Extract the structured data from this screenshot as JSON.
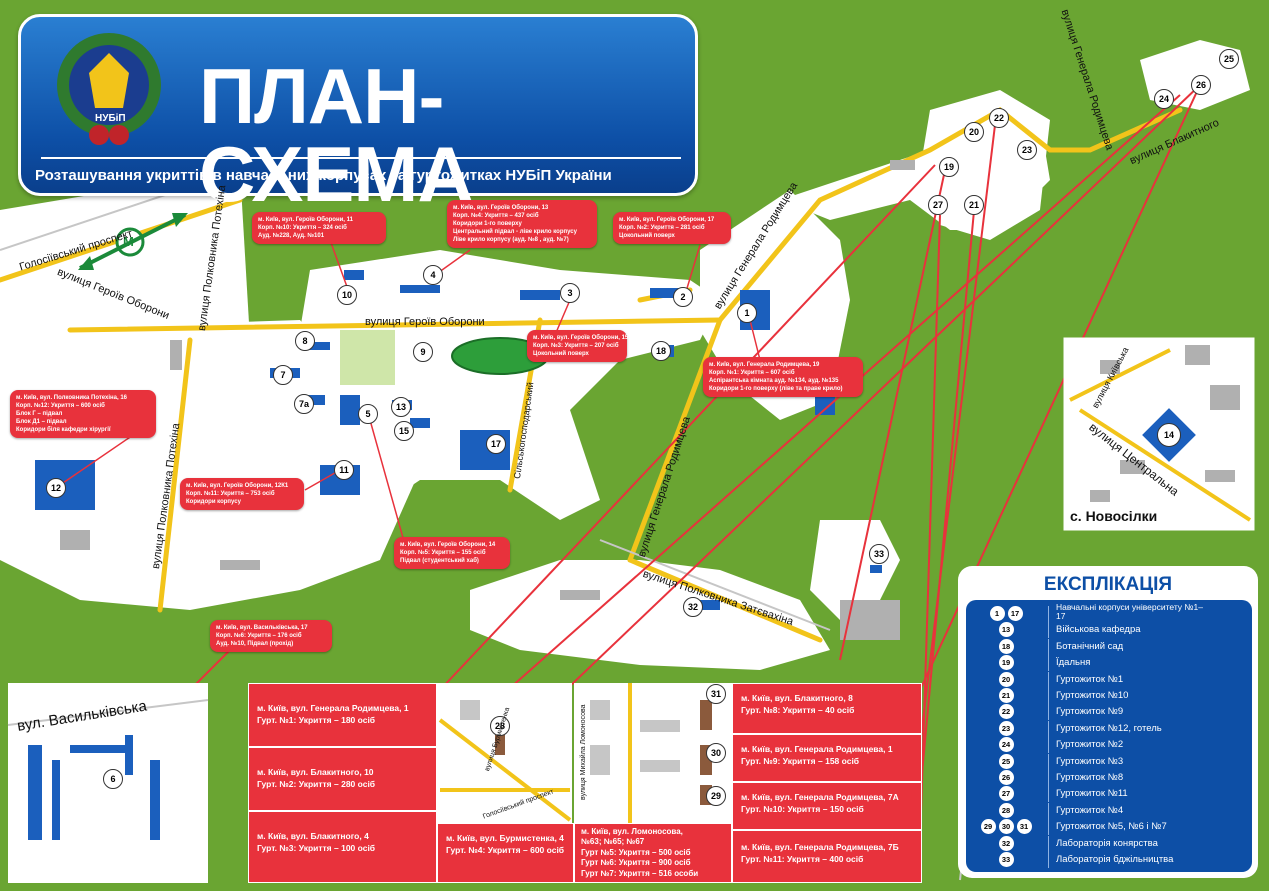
{
  "header": {
    "title": "ПЛАН-СХЕМА",
    "subtitle": "Розташування укриттів в навчальних корпусах та гуртожитках НУБіП України",
    "logo_text": "НУБіП"
  },
  "streets": {
    "holosiivskyi": "Голосіївський проспект",
    "heroiv_oborony_w": "вулиця Героїв Оборони",
    "heroiv_oborony_c": "вулиця Героїв Оборони",
    "potekhina_n": "вулиця Полковника Потехіна",
    "potekhina_s": "вулиця Полковника Потехіна",
    "rodymtseva_n": "вулиця Генерала Родимцева",
    "rodymtseva_c": "вулиця Генерала Родимцева",
    "rodymtseva_s": "вулиця Генерала Родимцева",
    "blakytnoho": "вулиця Блакитного",
    "silskohospodarskyi": "Сільськогосподарський",
    "zatevakhina": "вулиця Полковника Затєвахіна",
    "kyivska": "вулиця Київська",
    "tsentralna": "вулиця Центральна",
    "vasylkivska": "вул. Васильківська",
    "metro": "М"
  },
  "inset_novosilky": {
    "label": "с. Новосілки",
    "marker": "14"
  },
  "markers": [
    "1",
    "2",
    "3",
    "4",
    "5",
    "6",
    "7",
    "7а",
    "8",
    "9",
    "10",
    "11",
    "12",
    "13",
    "15",
    "17",
    "18",
    "19",
    "20",
    "21",
    "22",
    "23",
    "24",
    "25",
    "26",
    "27",
    "28",
    "29",
    "30",
    "31",
    "32",
    "33"
  ],
  "callouts": {
    "c11": [
      "м. Київ, вул. Героїв Оборони, 11",
      "Корп. №10: Укриття – 324 осіб",
      "Ауд. №228, Ауд. №101"
    ],
    "c13": [
      "м. Київ, вул. Героїв Оборони, 13",
      "Корп. №4: Укриття – 437 осіб",
      "Коридори 1-го поверху",
      "Центральний підвал - ліве крило корпусу",
      "Ліве крило корпусу (ауд. №8 , ауд. №7)"
    ],
    "c17": [
      "м. Київ, вул. Героїв Оборони, 17",
      "Корп. №2: Укриття – 281 осіб",
      "Цокольний поверх"
    ],
    "c15": [
      "м. Київ, вул. Героїв Оборони, 15",
      "Корп. №3: Укриття – 207 осіб",
      "Цокольний поверх"
    ],
    "c19": [
      "м. Київ, вул. Генерала Родимцева, 19",
      "Корп. №1: Укриття – 607 осіб",
      "Аспірантська кімната ауд. №134, ауд. №135",
      "Коридори 1-го поверху (ліве та праве крило)"
    ],
    "c16": [
      "м. Київ, вул. Полковника Потехіна, 16",
      "Корп. №12: Укриття – 600 осіб",
      "Блок Г – підвал",
      "Блок Д1 – підвал",
      "Коридори біля кафедри хірургії"
    ],
    "c12k1": [
      "м. Київ, вул. Героїв Оборони, 12К1",
      "Корп. №11: Укриття – 753 осіб",
      "Коридори корпусу"
    ],
    "c14": [
      "м. Київ, вул. Героїв Оборони, 14",
      "Корп. №5: Укриття – 155 осіб",
      "Підвал (студентський хаб)"
    ],
    "cvas": [
      "м. Київ, вул. Васильківська, 17",
      "Корп. №6: Укриття – 176 осіб",
      "Ауд. №10, Підвал (прохід)"
    ]
  },
  "dorms": {
    "d1": [
      "м. Київ, вул. Генерала Родимцева, 1",
      "Гурт. №1: Укриття – 180 осіб"
    ],
    "d2": [
      "м. Київ, вул. Блакитного, 10",
      "Гурт. №2: Укриття – 280 осіб"
    ],
    "d3": [
      "м. Київ, вул. Блакитного, 4",
      "Гурт. №3: Укриття – 100 осіб"
    ],
    "d4": [
      "м. Київ, вул. Бурмистенка, 4",
      "Гурт. №4: Укриття – 600 осіб"
    ],
    "d567": [
      "м. Київ, вул. Ломоносова,",
      "№63; №65; №67",
      "Гурт №5: Укриття – 500 осіб",
      "Гурт №6: Укриття – 900 осіб",
      "Гурт №7: Укриття – 516 особи"
    ],
    "d8": [
      "м. Київ, вул. Блакитного, 8",
      "Гурт. №8: Укриття – 40 осіб"
    ],
    "d9": [
      "м. Київ, вул. Генерала Родимцева, 1",
      "Гурт. №9: Укриття – 158 осіб"
    ],
    "d10": [
      "м. Київ, вул. Генерала Родимцева, 7А",
      "Гурт. №10: Укриття – 150 осіб"
    ],
    "d11": [
      "м. Київ, вул. Генерала Родимцева, 7Б",
      "Гурт. №11: Укриття – 400 осіб"
    ],
    "inset_streets": {
      "burmystenka": "вулиця Бурмистенка",
      "holosiivskyi": "Голосіївський проспект",
      "lomonosova": "вулиця Михайла Ломоносова"
    }
  },
  "legend": {
    "title": "ЕКСПЛІКАЦІЯ",
    "rows": [
      {
        "nums": [
          "1",
          "17"
        ],
        "text": "Навчальні корпуси університету №1–17"
      },
      {
        "nums": [
          "13"
        ],
        "text": "Військова кафедра"
      },
      {
        "nums": [
          "18"
        ],
        "text": "Ботанічний сад"
      },
      {
        "nums": [
          "19"
        ],
        "text": "Їдальня"
      },
      {
        "nums": [
          "20"
        ],
        "text": "Гуртожиток №1"
      },
      {
        "nums": [
          "21"
        ],
        "text": "Гуртожиток №10"
      },
      {
        "nums": [
          "22"
        ],
        "text": "Гуртожиток №9"
      },
      {
        "nums": [
          "23"
        ],
        "text": "Гуртожиток №12, готель"
      },
      {
        "nums": [
          "24"
        ],
        "text": "Гуртожиток №2"
      },
      {
        "nums": [
          "25"
        ],
        "text": "Гуртожиток №3"
      },
      {
        "nums": [
          "26"
        ],
        "text": "Гуртожиток №8"
      },
      {
        "nums": [
          "27"
        ],
        "text": "Гуртожиток №11"
      },
      {
        "nums": [
          "28"
        ],
        "text": "Гуртожиток №4"
      },
      {
        "nums": [
          "29",
          "30",
          "31"
        ],
        "text": "Гуртожиток №5, №6 і №7"
      },
      {
        "nums": [
          "32"
        ],
        "text": "Лабораторія конярства"
      },
      {
        "nums": [
          "33"
        ],
        "text": "Лабораторія бджільництва"
      }
    ]
  },
  "colors": {
    "grass": "#6aa532",
    "road": "#f2c41a",
    "building": "#1b5fbd",
    "callout": "#e8323c",
    "banner": "#0d4fa6"
  }
}
